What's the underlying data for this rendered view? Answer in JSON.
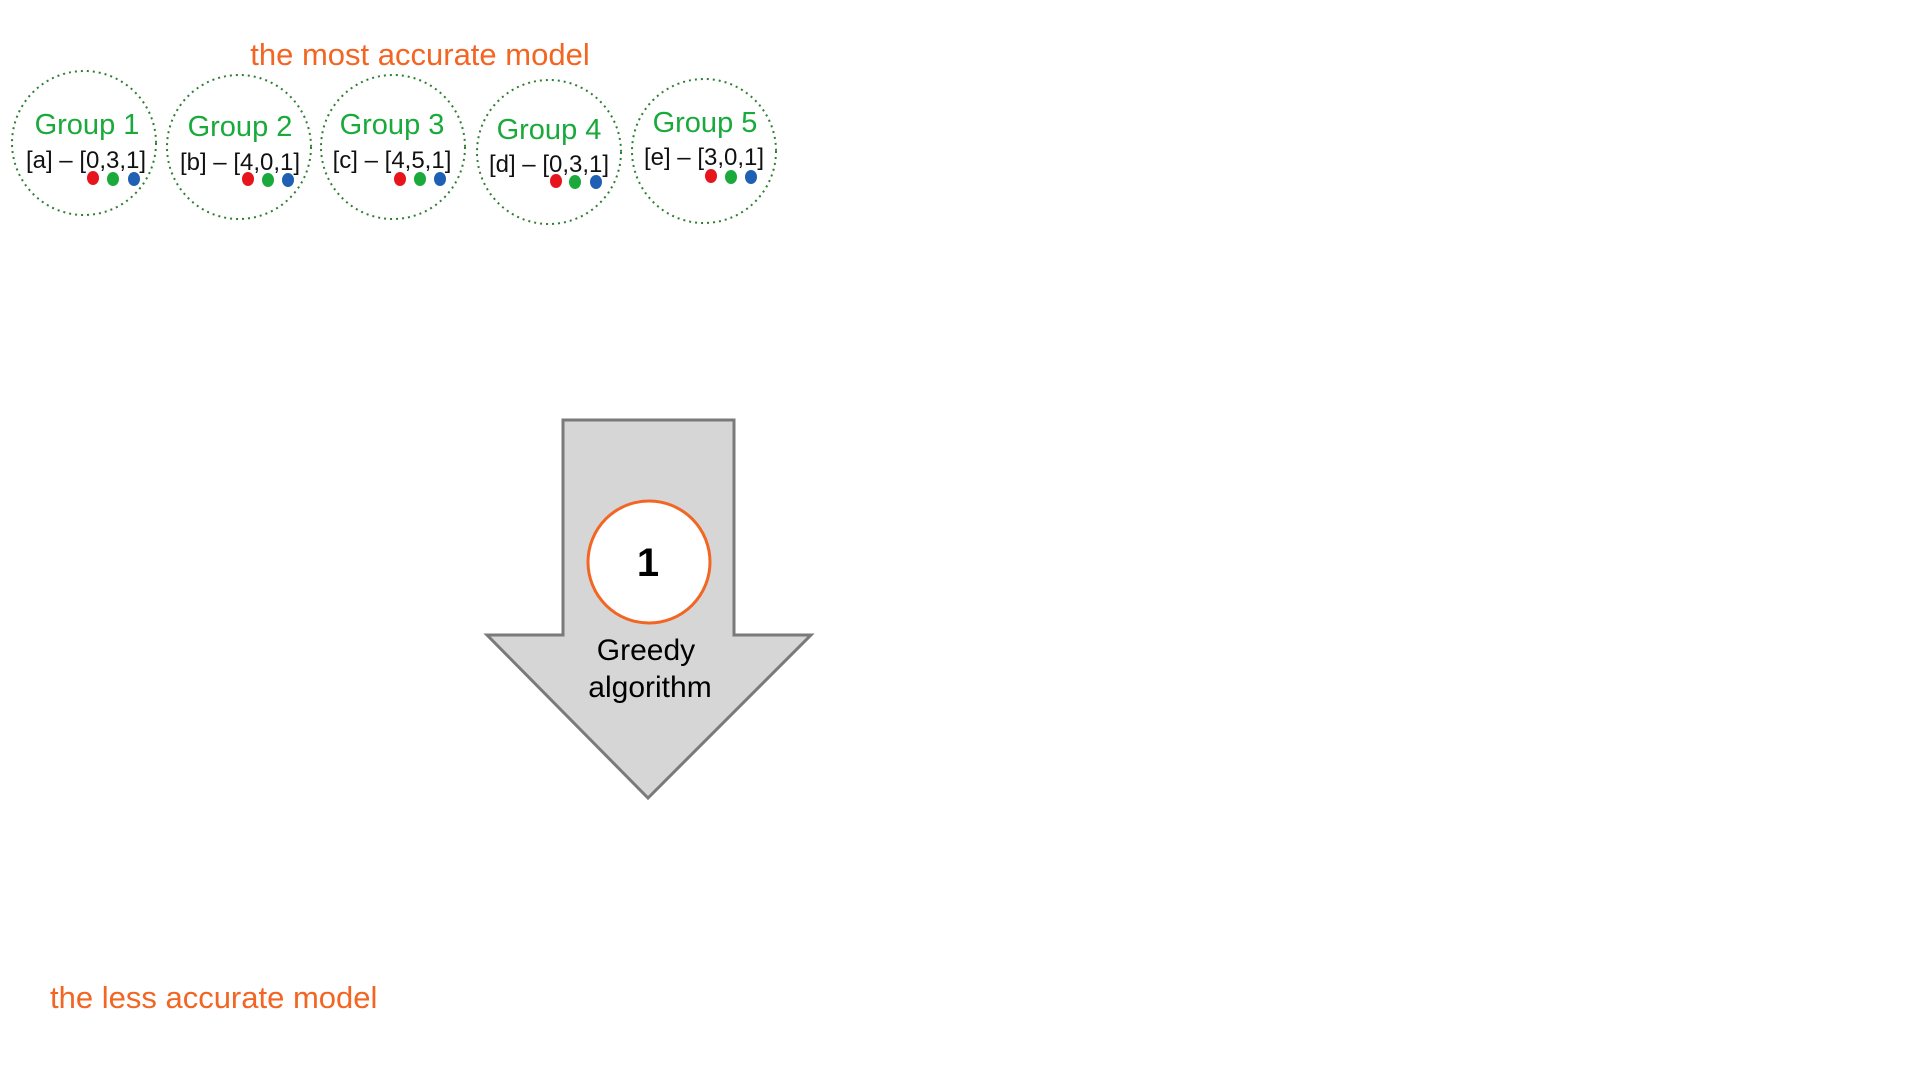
{
  "top_label": "the most accurate model",
  "bottom_label": "the less accurate model",
  "colors": {
    "label": "#f26522",
    "group_title": "#1aaa3c",
    "group_border": "#2e7d32",
    "dot_red": "#e8141c",
    "dot_green": "#1aaa3c",
    "dot_blue": "#1f5fb4",
    "arrow_fill": "#d6d6d6",
    "arrow_stroke": "#7a7a7a",
    "step_border": "#f26522"
  },
  "groups": [
    {
      "title": "Group 1",
      "vector": "[a] – [0,3,1]"
    },
    {
      "title": "Group 2",
      "vector": "[b] – [4,0,1]"
    },
    {
      "title": "Group 3",
      "vector": "[c] – [4,5,1]"
    },
    {
      "title": "Group 4",
      "vector": "[d] – [0,3,1]"
    },
    {
      "title": "Group 5",
      "vector": "[e] – [3,0,1]"
    }
  ],
  "arrow": {
    "step_number": "1",
    "caption_line1": "Greedy",
    "caption_line2": "algorithm"
  }
}
